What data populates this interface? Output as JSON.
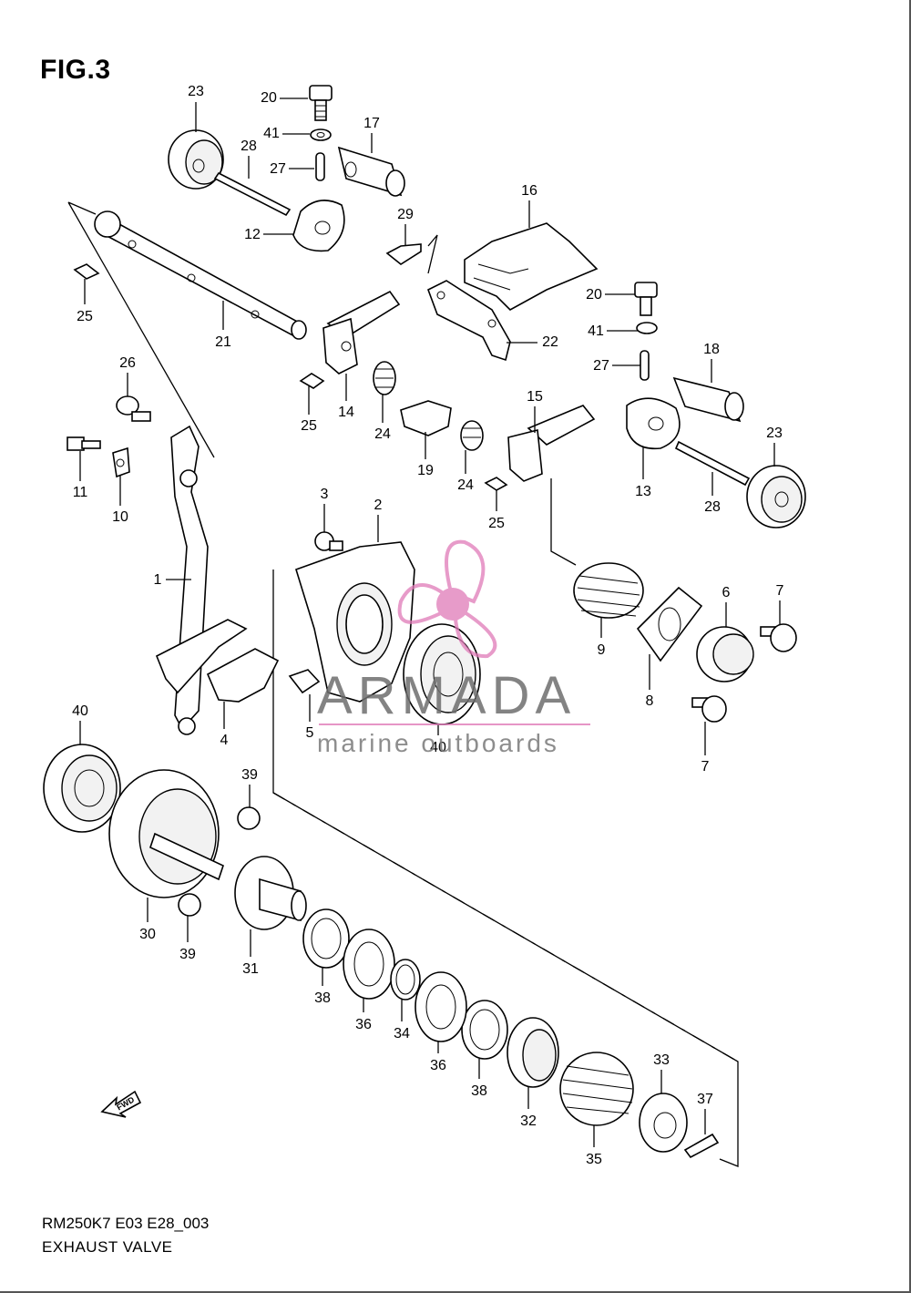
{
  "figure": {
    "title": "FIG.3",
    "code": "RM250K7 E03 E28_003",
    "caption": "EXHAUST VALVE"
  },
  "watermark": {
    "name": "ARMADA",
    "tagline": "marine outboards",
    "accent_color": "#e07ab8"
  },
  "fwd_arrow": {
    "text": "FWD"
  },
  "callouts": [
    {
      "n": "23"
    },
    {
      "n": "20"
    },
    {
      "n": "41"
    },
    {
      "n": "17"
    },
    {
      "n": "28"
    },
    {
      "n": "27"
    },
    {
      "n": "12"
    },
    {
      "n": "29"
    },
    {
      "n": "16"
    },
    {
      "n": "25"
    },
    {
      "n": "21"
    },
    {
      "n": "22"
    },
    {
      "n": "20"
    },
    {
      "n": "41"
    },
    {
      "n": "18"
    },
    {
      "n": "27"
    },
    {
      "n": "14"
    },
    {
      "n": "25"
    },
    {
      "n": "24"
    },
    {
      "n": "26"
    },
    {
      "n": "15"
    },
    {
      "n": "23"
    },
    {
      "n": "19"
    },
    {
      "n": "24"
    },
    {
      "n": "13"
    },
    {
      "n": "28"
    },
    {
      "n": "11"
    },
    {
      "n": "10"
    },
    {
      "n": "25"
    },
    {
      "n": "3"
    },
    {
      "n": "2"
    },
    {
      "n": "1"
    },
    {
      "n": "6"
    },
    {
      "n": "7"
    },
    {
      "n": "9"
    },
    {
      "n": "8"
    },
    {
      "n": "4"
    },
    {
      "n": "5"
    },
    {
      "n": "40"
    },
    {
      "n": "7"
    },
    {
      "n": "40"
    },
    {
      "n": "39"
    },
    {
      "n": "30"
    },
    {
      "n": "39"
    },
    {
      "n": "31"
    },
    {
      "n": "38"
    },
    {
      "n": "36"
    },
    {
      "n": "34"
    },
    {
      "n": "36"
    },
    {
      "n": "38"
    },
    {
      "n": "33"
    },
    {
      "n": "32"
    },
    {
      "n": "37"
    },
    {
      "n": "35"
    }
  ]
}
